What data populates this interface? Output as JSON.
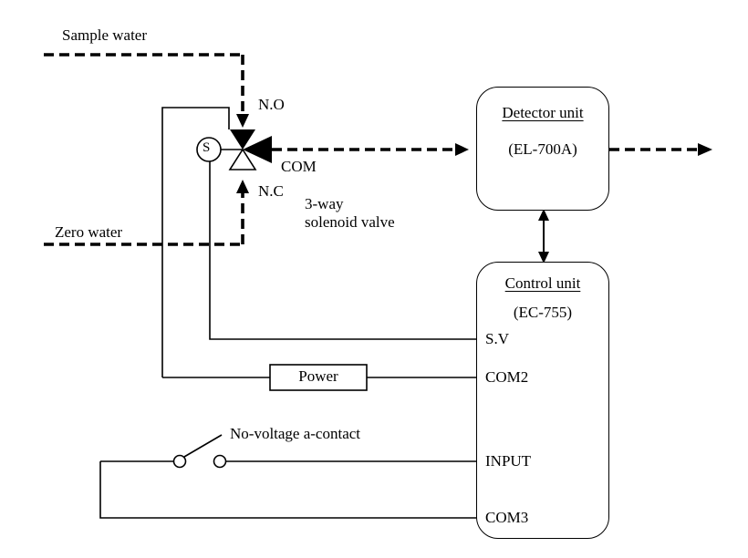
{
  "labels": {
    "sample_water": "Sample water",
    "zero_water": "Zero water",
    "no": "N.O",
    "com": "COM",
    "nc": "N.C",
    "valve_line1": "3-way",
    "valve_line2": "solenoid valve",
    "s": "S",
    "power": "Power",
    "no_voltage_contact": "No-voltage a-contact"
  },
  "detector_unit": {
    "title": "Detector unit",
    "model": "(EL-700A)"
  },
  "control_unit": {
    "title": "Control unit",
    "model": "(EC-755)",
    "terminals": [
      "S.V",
      "COM2",
      "INPUT",
      "COM3"
    ]
  },
  "colors": {
    "line": "#000000",
    "background": "#ffffff"
  }
}
